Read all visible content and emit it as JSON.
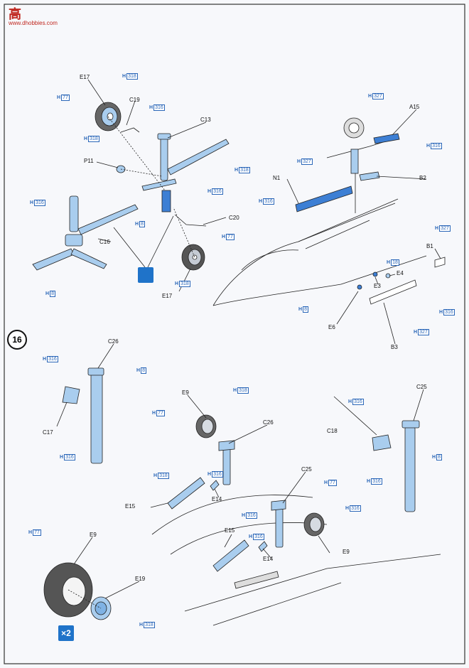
{
  "watermark": {
    "logo": "高",
    "site": "www.dhobbies.com"
  },
  "step": {
    "number": "16",
    "multiplier": "×2"
  },
  "colors": {
    "blue": "#2a66b8",
    "fill_blue": "#a9cdee",
    "dark_blue": "#1f73c9",
    "line": "#222"
  },
  "paint_codes": {
    "prefix": "H",
    "c316": "316",
    "c318": "318",
    "c77": "77",
    "c8": "8",
    "c327": "327",
    "c18": "18"
  },
  "parts": {
    "E17_top": "E17",
    "C19": "C19",
    "C13": "C13",
    "P11": "P11",
    "C16": "C16",
    "C20": "C20",
    "E17_bottom": "E17",
    "A15": "A15",
    "B2": "B2",
    "N1": "N1",
    "B1": "B1",
    "E4": "E4",
    "E3": "E3",
    "E6": "E6",
    "B3": "B3",
    "C26_left": "C26",
    "C17": "C17",
    "E9_mid": "E9",
    "C26_mid": "C26",
    "E15_mid": "E15",
    "E14_mid": "E14",
    "C25_right": "C25",
    "C18": "C18",
    "C25_bottom": "C25",
    "E15_bottom": "E15",
    "E14_bottom": "E14",
    "E9_bottom": "E9",
    "E9_left": "E9",
    "E19": "E19"
  }
}
